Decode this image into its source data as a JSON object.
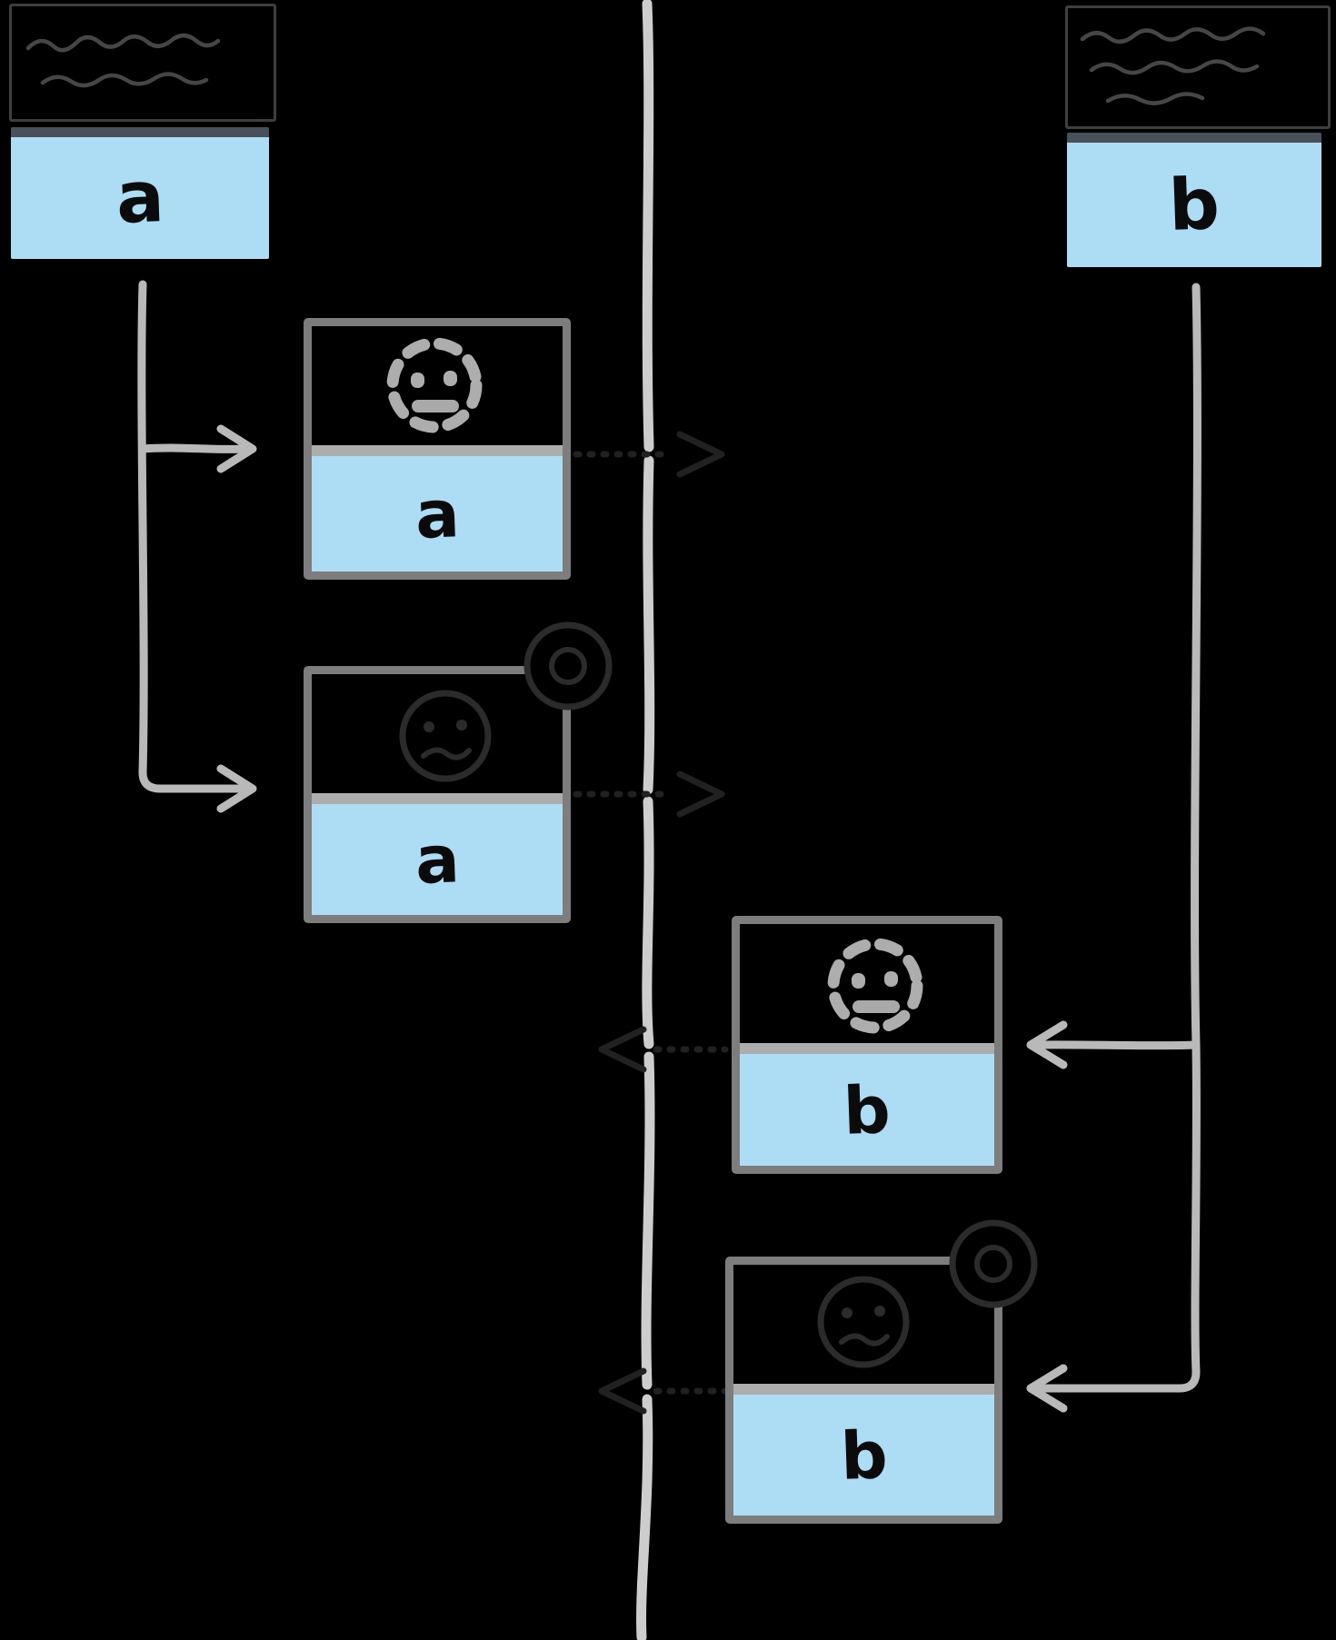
{
  "palette": {
    "background": "#000000",
    "value_blue": "#addcf5",
    "source_top_bar": "#4a5059",
    "card_border": "#7d7d7d",
    "card_divider": "#adadad",
    "light_stroke": "#c9c9c9",
    "arrow_gray": "#b9b9b9",
    "dimmed_dark": "#2b2b2b",
    "letter_color": "#0b0b0b"
  },
  "timeline": {
    "orientation": "vertical",
    "commit_gaps_y": [
      499,
      875,
      1156,
      1532
    ]
  },
  "left": {
    "header": {
      "content": "handwritten-scribble",
      "legible": false
    },
    "source": {
      "label": "a"
    },
    "cards": [
      {
        "label": "a",
        "icon": "dotted-placeholder-face",
        "state": "pending"
      },
      {
        "label": "a",
        "icon": "dimmed-face",
        "badge": "dimmed-rings",
        "state": "dimmed"
      }
    ]
  },
  "right": {
    "header": {
      "content": "handwritten-scribble",
      "legible": false
    },
    "source": {
      "label": "b"
    },
    "cards": [
      {
        "label": "b",
        "icon": "dotted-placeholder-face",
        "state": "pending"
      },
      {
        "label": "b",
        "icon": "dimmed-face",
        "badge": "dimmed-rings",
        "state": "dimmed"
      }
    ]
  }
}
